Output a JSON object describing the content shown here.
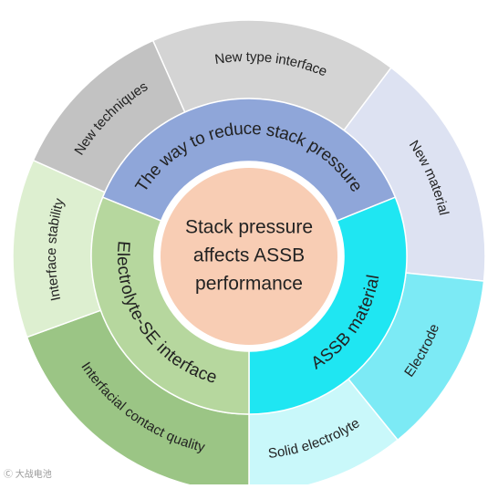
{
  "center": {
    "lines": [
      "Stack pressure",
      "affects ASSB",
      "performance"
    ],
    "color": "#F8CDB4"
  },
  "inner_ring": [
    {
      "label": "The way to reduce stack pressure",
      "color": "#8FA6D9"
    },
    {
      "label": "ASSB material",
      "color": "#1FE6F2"
    },
    {
      "label": "Electrolyte-SE interface",
      "color": "#B6D79E"
    }
  ],
  "outer_ring": [
    {
      "label": "New type interface",
      "color": "#D4D4D4"
    },
    {
      "label": "New material",
      "color": "#DDE2F2"
    },
    {
      "label": "Electrode",
      "color": "#7CEAF5"
    },
    {
      "label": "Solid electrolyte",
      "color": "#C9F8FA"
    },
    {
      "label": "Interfacial contact quality",
      "color": "#9BC585"
    },
    {
      "label": "Interface stability",
      "color": "#DDEFD0"
    },
    {
      "label": "New techniques",
      "color": "#C2C2C2"
    }
  ],
  "watermark": "Ⓒ 大战电池"
}
